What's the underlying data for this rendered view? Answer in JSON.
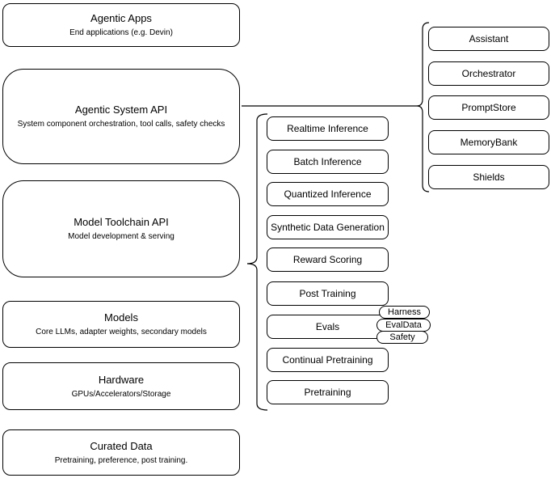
{
  "left_stack": [
    {
      "title": "Agentic Apps",
      "subtitle": "End applications (e.g. Devin)"
    },
    {
      "title": "Agentic System API",
      "subtitle": "System component orchestration, tool calls, safety checks"
    },
    {
      "title": "Model Toolchain API",
      "subtitle": "Model development & serving"
    },
    {
      "title": "Models",
      "subtitle": "Core LLMs, adapter weights, secondary models"
    },
    {
      "title": "Hardware",
      "subtitle": "GPUs/Accelerators/Storage"
    },
    {
      "title": "Curated Data",
      "subtitle": "Pretraining, preference, post training."
    }
  ],
  "toolchain_group": [
    "Realtime Inference",
    "Batch Inference",
    "Quantized Inference",
    "Synthetic Data Generation",
    "Reward Scoring",
    "Post Training",
    "Evals",
    "Continual Pretraining",
    "Pretraining"
  ],
  "evals_tags": [
    "Harness",
    "EvalData",
    "Safety"
  ],
  "system_group": [
    "Assistant",
    "Orchestrator",
    "PromptStore",
    "MemoryBank",
    "Shields"
  ],
  "colors": {
    "stroke": "#000000",
    "background": "#ffffff",
    "text": "#000000"
  }
}
